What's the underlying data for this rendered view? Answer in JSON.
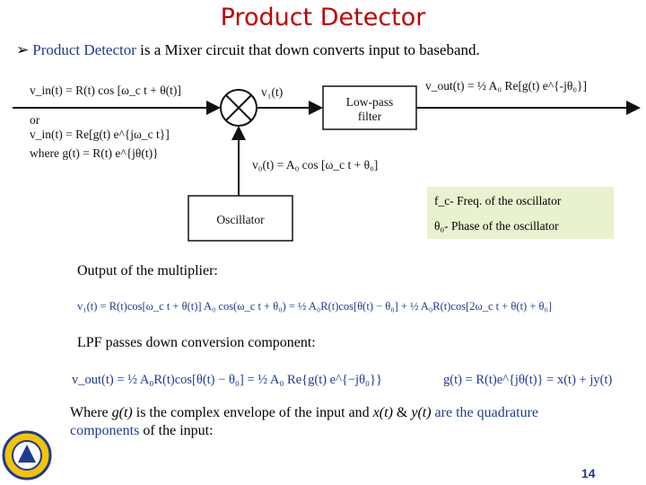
{
  "slide": {
    "title": "Product Detector",
    "bullet_pre": "Product Detector",
    "bullet_post": " is a Mixer circuit that down converts input to baseband.",
    "page_number": "14"
  },
  "diagram": {
    "input_eq1": "v_in(t) = R(t) cos [ω_c t + θ(t)]",
    "or_label": "or",
    "input_eq2": "v_in(t) = Re[g(t) e^{jω_c t}]",
    "where_eq": "where g(t) = R(t) e^{jθ(t)}",
    "v1_label": "v₁(t)",
    "lpf_label_1": "Low-pass",
    "lpf_label_2": "filter",
    "output_eq": "v_out(t) = ½ A₀ Re[g(t) e^{-jθ₀}]",
    "osc_eq": "v₀(t) = A₀ cos [ω_c t + θ₀]",
    "osc_label": "Oscillator"
  },
  "notes": {
    "fc_note": "f_c- Freq. of the oscillator",
    "theta_note": "θ₀- Phase of the oscillator"
  },
  "section1": {
    "label": "Output of the multiplier:",
    "eq": "v₁(t) = R(t)cos[ω_c t + θ(t)] A₀ cos(ω_c t + θ₀) = ½ A₀R(t)cos[θ(t) − θ₀] + ½ A₀R(t)cos[2ω_c t + θ(t) + θ₀]"
  },
  "section2": {
    "label": "LPF passes down conversion component:",
    "eq_left": "v_out(t) = ½ A₀R(t)cos[θ(t) − θ₀] = ½ A₀ Re{g(t) e^{−jθ₀}}",
    "eq_right": "g(t) = R(t)e^{jθ(t)} = x(t) + jy(t)"
  },
  "where_text": {
    "p1": "Where ",
    "p2": "g(t)",
    "p3": " is the complex envelope of the input and ",
    "p4": "x(t)",
    "p5": " & ",
    "p6": "y(t)",
    "p7": " are the quadrature",
    "p8": "components",
    "p9": " of the input:"
  },
  "colors": {
    "title": "#c00000",
    "accent": "#1f3a93",
    "note_bg": "#e8f2cf"
  },
  "icons": [
    "arrow-bullet-icon",
    "mixer-icon",
    "university-logo-icon"
  ]
}
